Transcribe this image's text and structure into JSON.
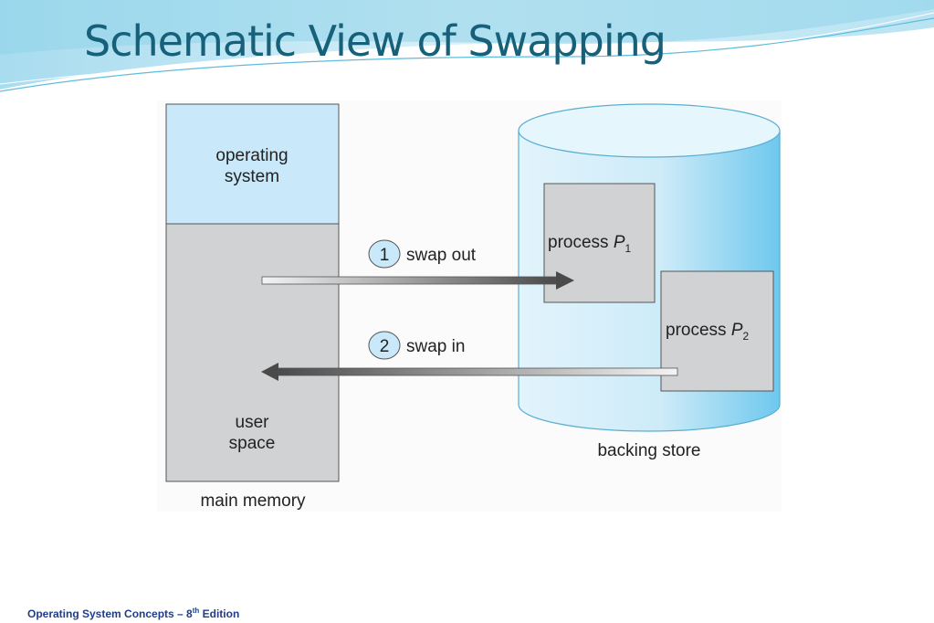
{
  "slide": {
    "title": "Schematic View of Swapping",
    "footer": {
      "prefix": "Operating System Concepts – 8",
      "superscript": "th",
      "suffix": " Edition"
    }
  },
  "diagram": {
    "main_memory": {
      "label": "main memory",
      "os_line1": "operating",
      "os_line2": "system",
      "user_line1": "user",
      "user_line2": "space"
    },
    "backing_store": {
      "label": "backing store",
      "process1": {
        "text": "process ",
        "var": "P",
        "sub": "1"
      },
      "process2": {
        "text": "process ",
        "var": "P",
        "sub": "2"
      }
    },
    "steps": [
      {
        "number": "1",
        "label": "swap out"
      },
      {
        "number": "2",
        "label": "swap in"
      }
    ]
  },
  "colors": {
    "title": "#17607a",
    "os_region": "#c9e9fa",
    "user_region": "#d1d2d4",
    "cylinder_edge": "#5aaed3",
    "arrow": "#555555",
    "footer": "#1f3d8a"
  }
}
